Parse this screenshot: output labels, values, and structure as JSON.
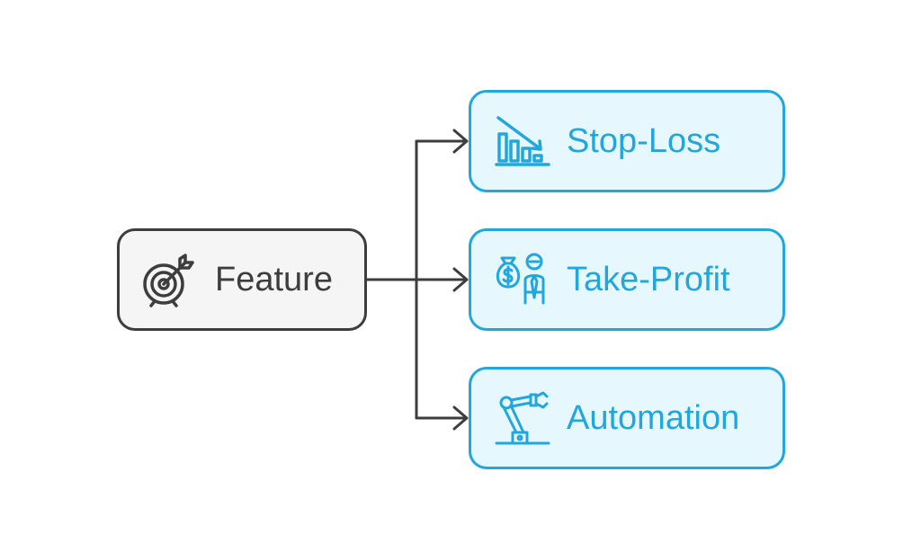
{
  "diagram": {
    "root": {
      "label": "Feature",
      "icon": "target-icon"
    },
    "children": [
      {
        "label": "Stop-Loss",
        "icon": "declining-chart-icon"
      },
      {
        "label": "Take-Profit",
        "icon": "money-bag-person-icon"
      },
      {
        "label": "Automation",
        "icon": "robotic-arm-icon"
      }
    ]
  },
  "colors": {
    "root_border": "#3d3d3d",
    "root_fill": "#f5f5f5",
    "child_border": "#22a7dc",
    "child_fill": "#e6f7fd",
    "child_text": "#22a7dc",
    "connector": "#3d3d3d"
  }
}
